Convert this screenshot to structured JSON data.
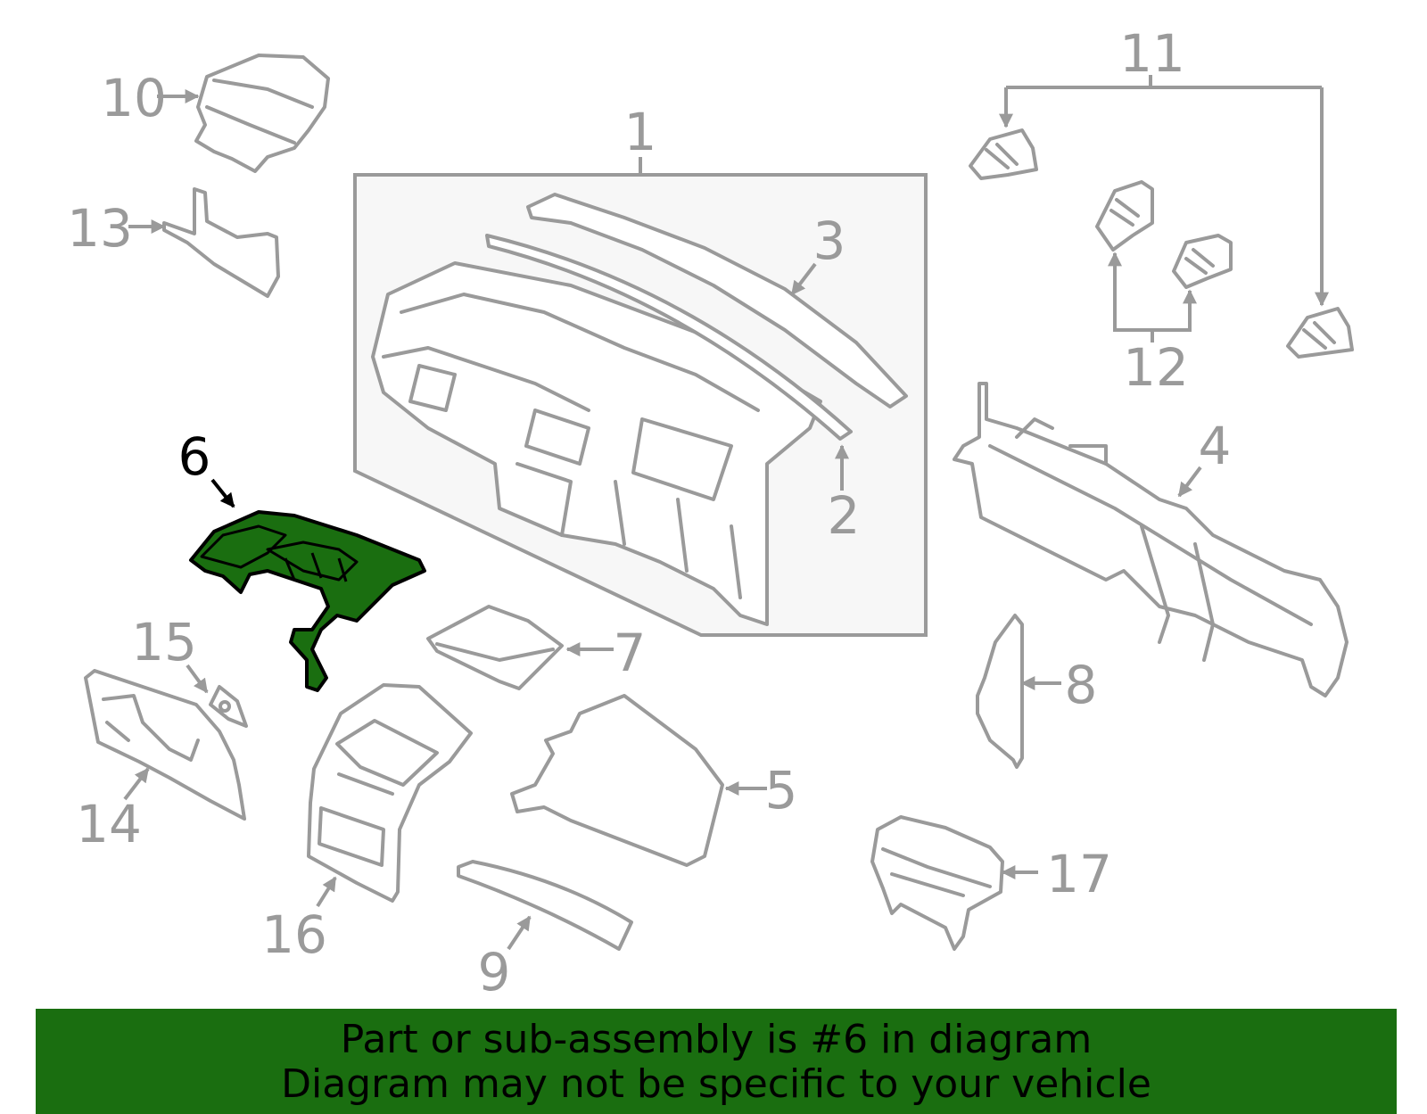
{
  "diagram": {
    "highlighted_part": "6",
    "colors": {
      "highlight_fill": "#1a6e10",
      "line_gray": "#9a9a9a",
      "banner": "#1a6e10",
      "box_fill": "#f7f7f7"
    },
    "labels": {
      "p1": "1",
      "p2": "2",
      "p3": "3",
      "p4": "4",
      "p5": "5",
      "p6": "6",
      "p7": "7",
      "p8": "8",
      "p9": "9",
      "p10": "10",
      "p11": "11",
      "p12": "12",
      "p13": "13",
      "p14": "14",
      "p15": "15",
      "p16": "16",
      "p17": "17"
    }
  },
  "banner": {
    "line1": "Part or sub-assembly is #6 in diagram",
    "line2": "Diagram may not be specific to your vehicle"
  }
}
